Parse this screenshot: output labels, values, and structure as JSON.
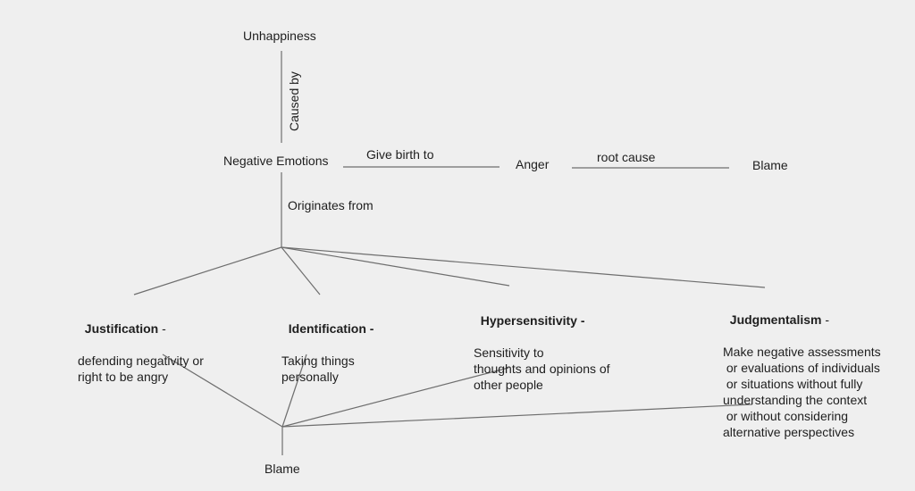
{
  "nodes": {
    "unhappiness": "Unhappiness",
    "negative_emotions": "Negative Emotions",
    "anger": "Anger",
    "blame_top": "Blame",
    "blame_bottom": "Blame"
  },
  "edges": {
    "caused_by": "Caused by",
    "give_birth_to": "Give birth to",
    "root_cause": "root cause",
    "originates_from": "Originates from"
  },
  "causes": [
    {
      "title": "Justification",
      "dash": " -",
      "desc": "defending negativity or\nright to be angry"
    },
    {
      "title": "Identification -",
      "dash": "",
      "desc": "Taking things\npersonally"
    },
    {
      "title": "Hypersensitivity -",
      "dash": "",
      "desc": "Sensitivity to\nthoughts and opinions of\nother people"
    },
    {
      "title": "Judgmentalism",
      "dash": " -",
      "desc": "Make negative assessments\n or evaluations of individuals\n or situations without fully\nunderstanding the context\n or without considering\nalternative perspectives"
    }
  ]
}
